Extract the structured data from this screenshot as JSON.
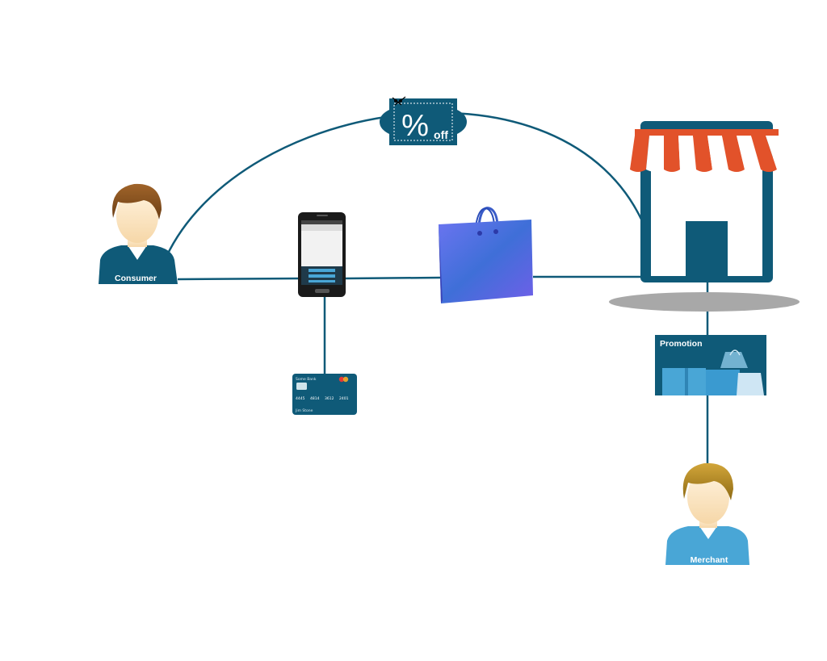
{
  "actors": {
    "consumer": {
      "label": "Consumer"
    },
    "merchant": {
      "label": "Merchant"
    }
  },
  "coupon": {
    "percent_symbol": "%",
    "off_label": "off"
  },
  "promotion": {
    "label": "Promotion"
  },
  "card": {
    "bank": "Some Bank",
    "number": [
      "4445",
      "4814",
      "3612",
      "2401"
    ],
    "holder": "Jim Stone"
  },
  "colors": {
    "primary": "#0f5a78",
    "light_blue": "#49a6d6",
    "awning_red": "#e2522a",
    "bag": "#5560e0"
  },
  "icons": [
    "person-icon",
    "coupon-icon",
    "smartphone-icon",
    "shopping-bag-icon",
    "store-icon",
    "credit-card-icon",
    "promotion-icon"
  ]
}
